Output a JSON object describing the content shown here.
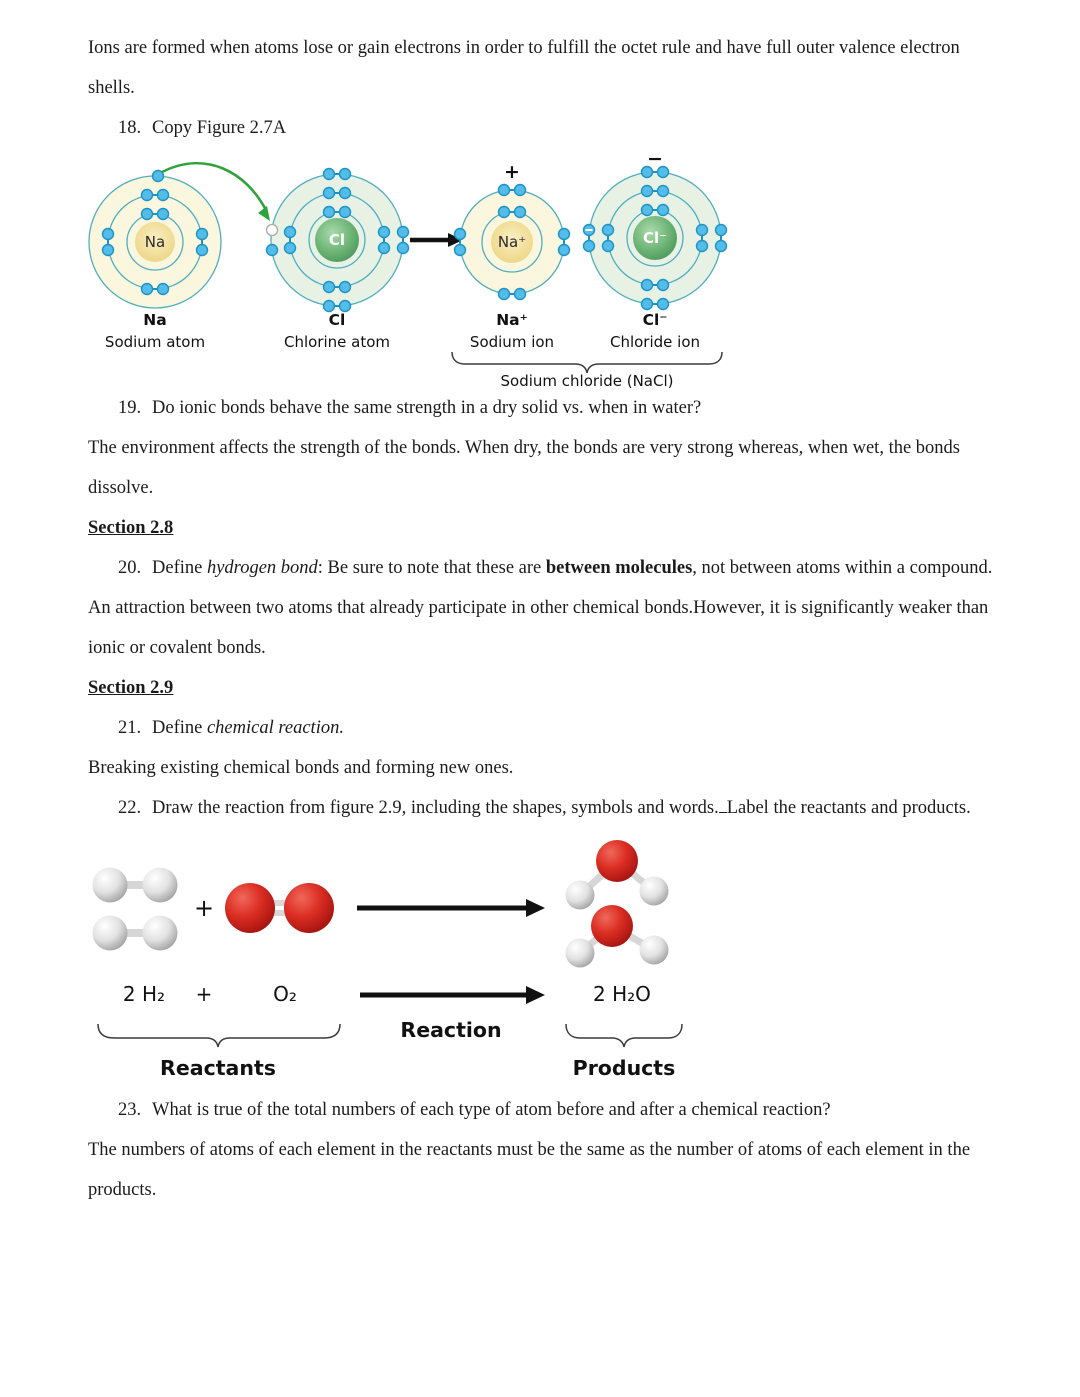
{
  "doc": {
    "intro": "Ions are formed when atoms lose or gain electrons in order to fulfill the octet rule and have full outer valence electron shells.",
    "q18_num": "18.",
    "q18_text": "Copy Figure 2.7A",
    "q19_num": "19.",
    "q19_text": "Do ionic bonds behave the same strength in a dry solid vs. when in water?",
    "a19": "The environment affects the strength of the bonds. When dry, the bonds are very strong whereas, when wet, the bonds dissolve.",
    "section28": "Section 2.8",
    "q20_num": "20.",
    "q20_part1": "Define ",
    "q20_italic": "hydrogen bond",
    "q20_part2": ": Be sure to note that these are ",
    "q20_bold": "between molecules",
    "q20_part3": ", not between atoms within a compound.",
    "a20": "An attraction between two atoms that already participate in other chemical bonds.However, it is significantly weaker than ionic or covalent bonds.",
    "section29": "Section 2.9",
    "q21_num": "21.",
    "q21_part1": "Define ",
    "q21_italic": "chemical reaction.",
    "a21": "Breaking existing chemical bonds and forming new ones.",
    "q22_num": "22.",
    "q22_part1": "Draw the reaction from figure 2.9, including the shapes, symbols and words.",
    "q22_part2": "Label the reactants and products.",
    "q23_num": "23.",
    "q23_text": "What is true of the total numbers of each type of atom before and after a chemical reaction?",
    "a23": "The numbers of atoms of each element in the reactants must be the same as the number of atoms of each element in the products."
  },
  "fig27": {
    "na_symbol": "Na",
    "cl_symbol": "Cl",
    "na_ion_symbol": "Na⁺",
    "cl_ion_symbol": "Cl⁻",
    "plus_sign": "+",
    "minus_sign": "−",
    "na_label": "Na",
    "na_caption": "Sodium atom",
    "cl_label": "Cl",
    "cl_caption": "Chlorine atom",
    "na_ion_label": "Na⁺",
    "na_ion_caption": "Sodium ion",
    "cl_ion_label": "Cl⁻",
    "cl_ion_caption": "Chloride ion",
    "bracket_label": "Sodium chloride (NaCl)"
  },
  "fig29": {
    "plus": "+",
    "reactant1": "2 H₂",
    "plus_formula": "+",
    "reactant2": "O₂",
    "product": "2 H₂O",
    "reaction_label": "Reaction",
    "reactants_label": "Reactants",
    "products_label": "Products"
  },
  "colors": {
    "electron_blue": "#54BCE9",
    "shell_stroke": "#4FAEC0",
    "sodium_fill": "#FBF6DE",
    "sodium_nucleus": "#EFDB90",
    "chlorine_fill": "#E8F2E4",
    "chlorine_nucleus": "#55A25F",
    "transfer_arrow_green": "#2FA33B",
    "oxygen_red": "#D42B24",
    "hydrogen_grey": "#D6D6D6",
    "text": "#1b1b1b"
  }
}
